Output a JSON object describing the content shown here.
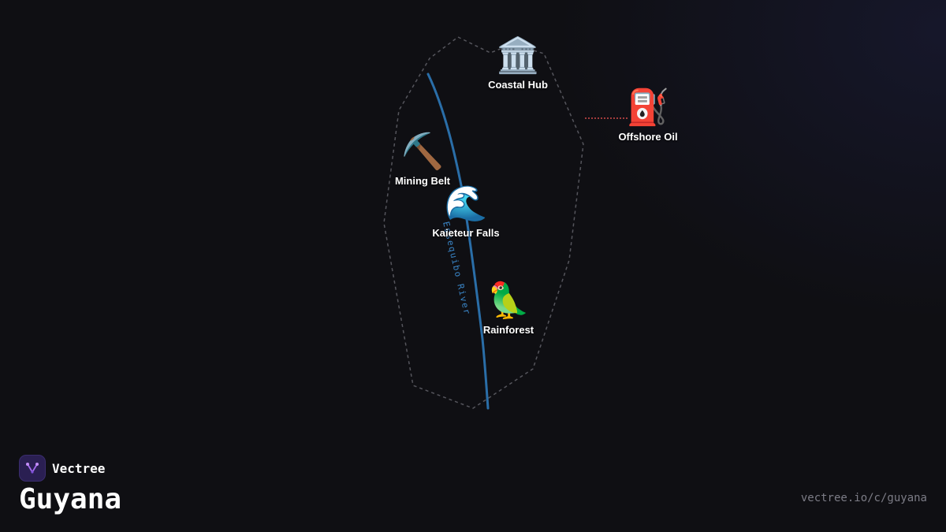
{
  "brand": {
    "name": "Vectree",
    "logo_icon": "vectree-logo-icon",
    "logo_color": "#a56cf0"
  },
  "title": "Guyana",
  "url": "vectree.io/c/guyana",
  "map": {
    "outline_color": "#55555c",
    "river": {
      "name": "Essequibo River",
      "color": "#2a6ea8"
    },
    "offshore_link_color": "#d24a4a",
    "markers": [
      {
        "id": "coastal-hub",
        "label": "Coastal Hub",
        "icon": "classical-building-icon",
        "glyph": "🏛️"
      },
      {
        "id": "offshore-oil",
        "label": "Offshore Oil",
        "icon": "fuel-pump-icon",
        "glyph": "⛽"
      },
      {
        "id": "mining-belt",
        "label": "Mining Belt",
        "icon": "pickaxe-icon",
        "glyph": "⛏️"
      },
      {
        "id": "kaieteur-falls",
        "label": "Kaieteur Falls",
        "icon": "water-wave-icon",
        "glyph": "🌊"
      },
      {
        "id": "rainforest",
        "label": "Rainforest",
        "icon": "parrot-icon",
        "glyph": "🦜"
      }
    ]
  }
}
